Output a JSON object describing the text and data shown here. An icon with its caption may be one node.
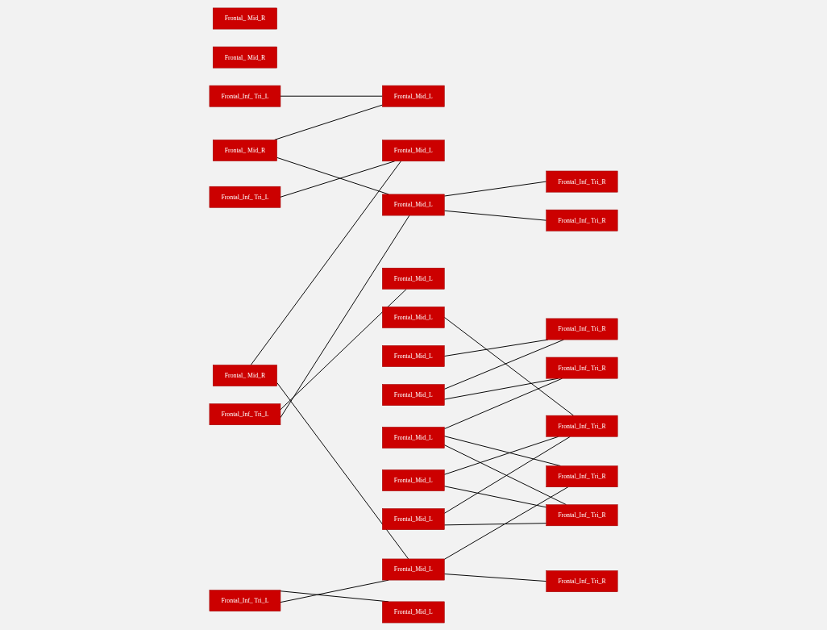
{
  "diagram": {
    "nodes": [
      {
        "text": [
          "Frontal_ Mid_R"
        ]
      },
      {
        "text": [
          "Frontal_ Mid_R"
        ]
      },
      {
        "text": [
          "Frontal_ Mid_R"
        ]
      },
      {
        "text": [
          "Frontal_ Mid_R"
        ]
      },
      {
        "text": [
          "Frontal_Inf_ Tri_L"
        ]
      },
      {
        "text": [
          "Frontal_Inf_ Tri_L"
        ]
      },
      {
        "text": [
          "Frontal_Inf_ Tri_L"
        ]
      },
      {
        "text": [
          "Frontal_Inf_ Tri_L"
        ]
      },
      {
        "text": [
          "Frontal_Mid_L"
        ]
      },
      {
        "text": [
          "Frontal_Mid_L"
        ]
      },
      {
        "text": [
          "Frontal_Mid_L"
        ]
      },
      {
        "text": [
          "Frontal_Mid_L"
        ]
      },
      {
        "text": [
          "Frontal_Mid_L"
        ]
      },
      {
        "text": [
          "Frontal_Mid_L"
        ]
      },
      {
        "text": [
          "Frontal_Mid_L"
        ]
      },
      {
        "text": [
          "Frontal_Mid_L"
        ]
      },
      {
        "text": [
          "Frontal_Mid_L"
        ]
      },
      {
        "text": [
          "Frontal_Mid_L"
        ]
      },
      {
        "text": [
          "Frontal_Mid_L"
        ]
      },
      {
        "text": [
          "Frontal_Mid_L"
        ]
      },
      {
        "text": [
          "Frontal_Inf_ Tri_R"
        ]
      },
      {
        "text": [
          "Frontal_Inf_ Tri_R"
        ]
      },
      {
        "text": [
          "Frontal_Inf_ Tri_R"
        ]
      },
      {
        "text": [
          "Frontal_Inf_ Tri_R"
        ]
      },
      {
        "text": [
          "Frontal_Inf_ Tri_R"
        ]
      },
      {
        "text": [
          "Frontal_Inf_ Tri_R"
        ]
      },
      {
        "text": [
          "Frontal_Inf_ Tri_R"
        ]
      },
      {
        "text": [
          "Frontal_Inf_ Tri_R"
        ]
      }
    ],
    "edges": [
      {
        "from": 2,
        "to": 8,
        "arrow": "none"
      },
      {
        "from": 2,
        "to": 18,
        "arrow": "none"
      },
      {
        "from": 3,
        "to": 9,
        "arrow": "none"
      },
      {
        "from": 3,
        "to": 19,
        "arrow": "none"
      },
      {
        "from": 4,
        "to": 8,
        "arrow": "none"
      },
      {
        "from": 5,
        "to": 9,
        "arrow": "none"
      },
      {
        "from": 6,
        "to": 10,
        "arrow": "none"
      },
      {
        "from": 6,
        "to": 18,
        "arrow": "none"
      },
      {
        "from": 7,
        "to": 11,
        "arrow": "none"
      },
      {
        "from": 7,
        "to": 19,
        "arrow": "none"
      },
      {
        "from": 12,
        "to": 21,
        "arrow": "none"
      },
      {
        "from": 13,
        "to": 22,
        "arrow": "none"
      },
      {
        "from": 14,
        "to": 22,
        "arrow": "none"
      },
      {
        "from": 14,
        "to": 23,
        "arrow": "none"
      },
      {
        "from": 15,
        "to": 23,
        "arrow": "none"
      },
      {
        "from": 15,
        "to": 24,
        "arrow": "none"
      },
      {
        "from": 15,
        "to": 25,
        "arrow": "none"
      },
      {
        "from": 16,
        "to": 21,
        "arrow": "none"
      },
      {
        "from": 16,
        "to": 25,
        "arrow": "none"
      },
      {
        "from": 17,
        "to": 21,
        "arrow": "none"
      },
      {
        "from": 17,
        "to": 25,
        "arrow": "none"
      },
      {
        "from": 18,
        "to": 20,
        "arrow": "none"
      },
      {
        "from": 18,
        "to": 26,
        "arrow": "none"
      },
      {
        "from": 19,
        "to": 24,
        "arrow": "none"
      },
      {
        "from": 19,
        "to": 27,
        "arrow": "none"
      }
    ]
  }
}
